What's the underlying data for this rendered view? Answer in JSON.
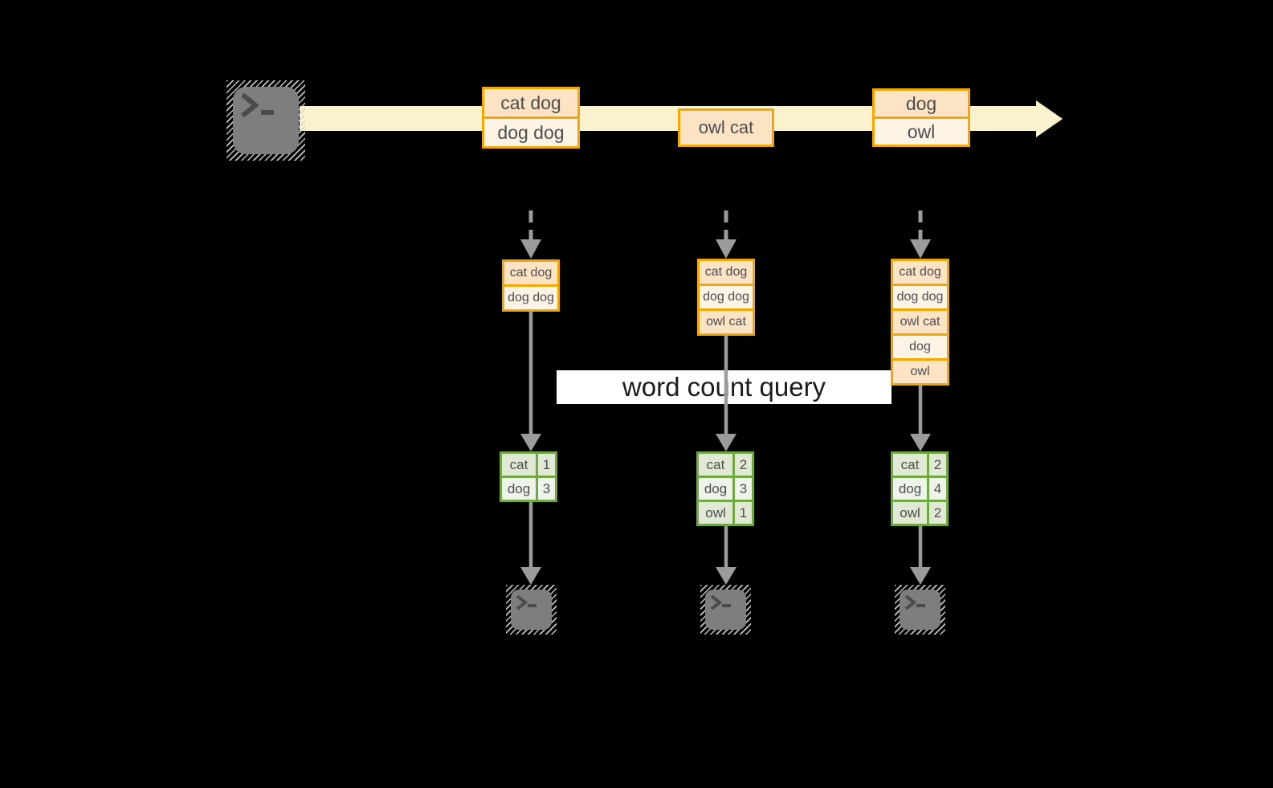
{
  "background": "#000000",
  "colors": {
    "stream_band": "#FAF1CE",
    "record_border": "#F2A702",
    "record_fill_dark": "#FBE3C4",
    "record_fill_light": "#FDF4E5",
    "table_border": "#70A845",
    "table_fill_dark": "#DFE9D4",
    "table_fill_light": "#EEF4EA",
    "arrow_gray": "#9B9B9B",
    "terminal_gray": "#7E7E7E",
    "text_dark": "#4D4D4F"
  },
  "icons": {
    "source": "terminal-icon",
    "sinks": [
      "terminal-icon",
      "terminal-icon",
      "terminal-icon"
    ]
  },
  "stream": {
    "events": [
      {
        "lines": [
          "cat dog",
          "dog dog"
        ]
      },
      {
        "lines": [
          "owl cat"
        ]
      },
      {
        "lines": [
          "dog",
          "owl"
        ]
      }
    ]
  },
  "windows": [
    {
      "items": [
        "cat dog",
        "dog dog"
      ]
    },
    {
      "items": [
        "cat dog",
        "dog dog",
        "owl cat"
      ]
    },
    {
      "items": [
        "cat dog",
        "dog dog",
        "owl cat",
        "dog",
        "owl"
      ]
    }
  ],
  "query": {
    "label": "word count query"
  },
  "count_tables": [
    {
      "rows": [
        {
          "word": "cat",
          "count": "1"
        },
        {
          "word": "dog",
          "count": "3"
        }
      ]
    },
    {
      "rows": [
        {
          "word": "cat",
          "count": "2"
        },
        {
          "word": "dog",
          "count": "3"
        },
        {
          "word": "owl",
          "count": "1"
        }
      ]
    },
    {
      "rows": [
        {
          "word": "cat",
          "count": "2"
        },
        {
          "word": "dog",
          "count": "4"
        },
        {
          "word": "owl",
          "count": "2"
        }
      ]
    }
  ]
}
